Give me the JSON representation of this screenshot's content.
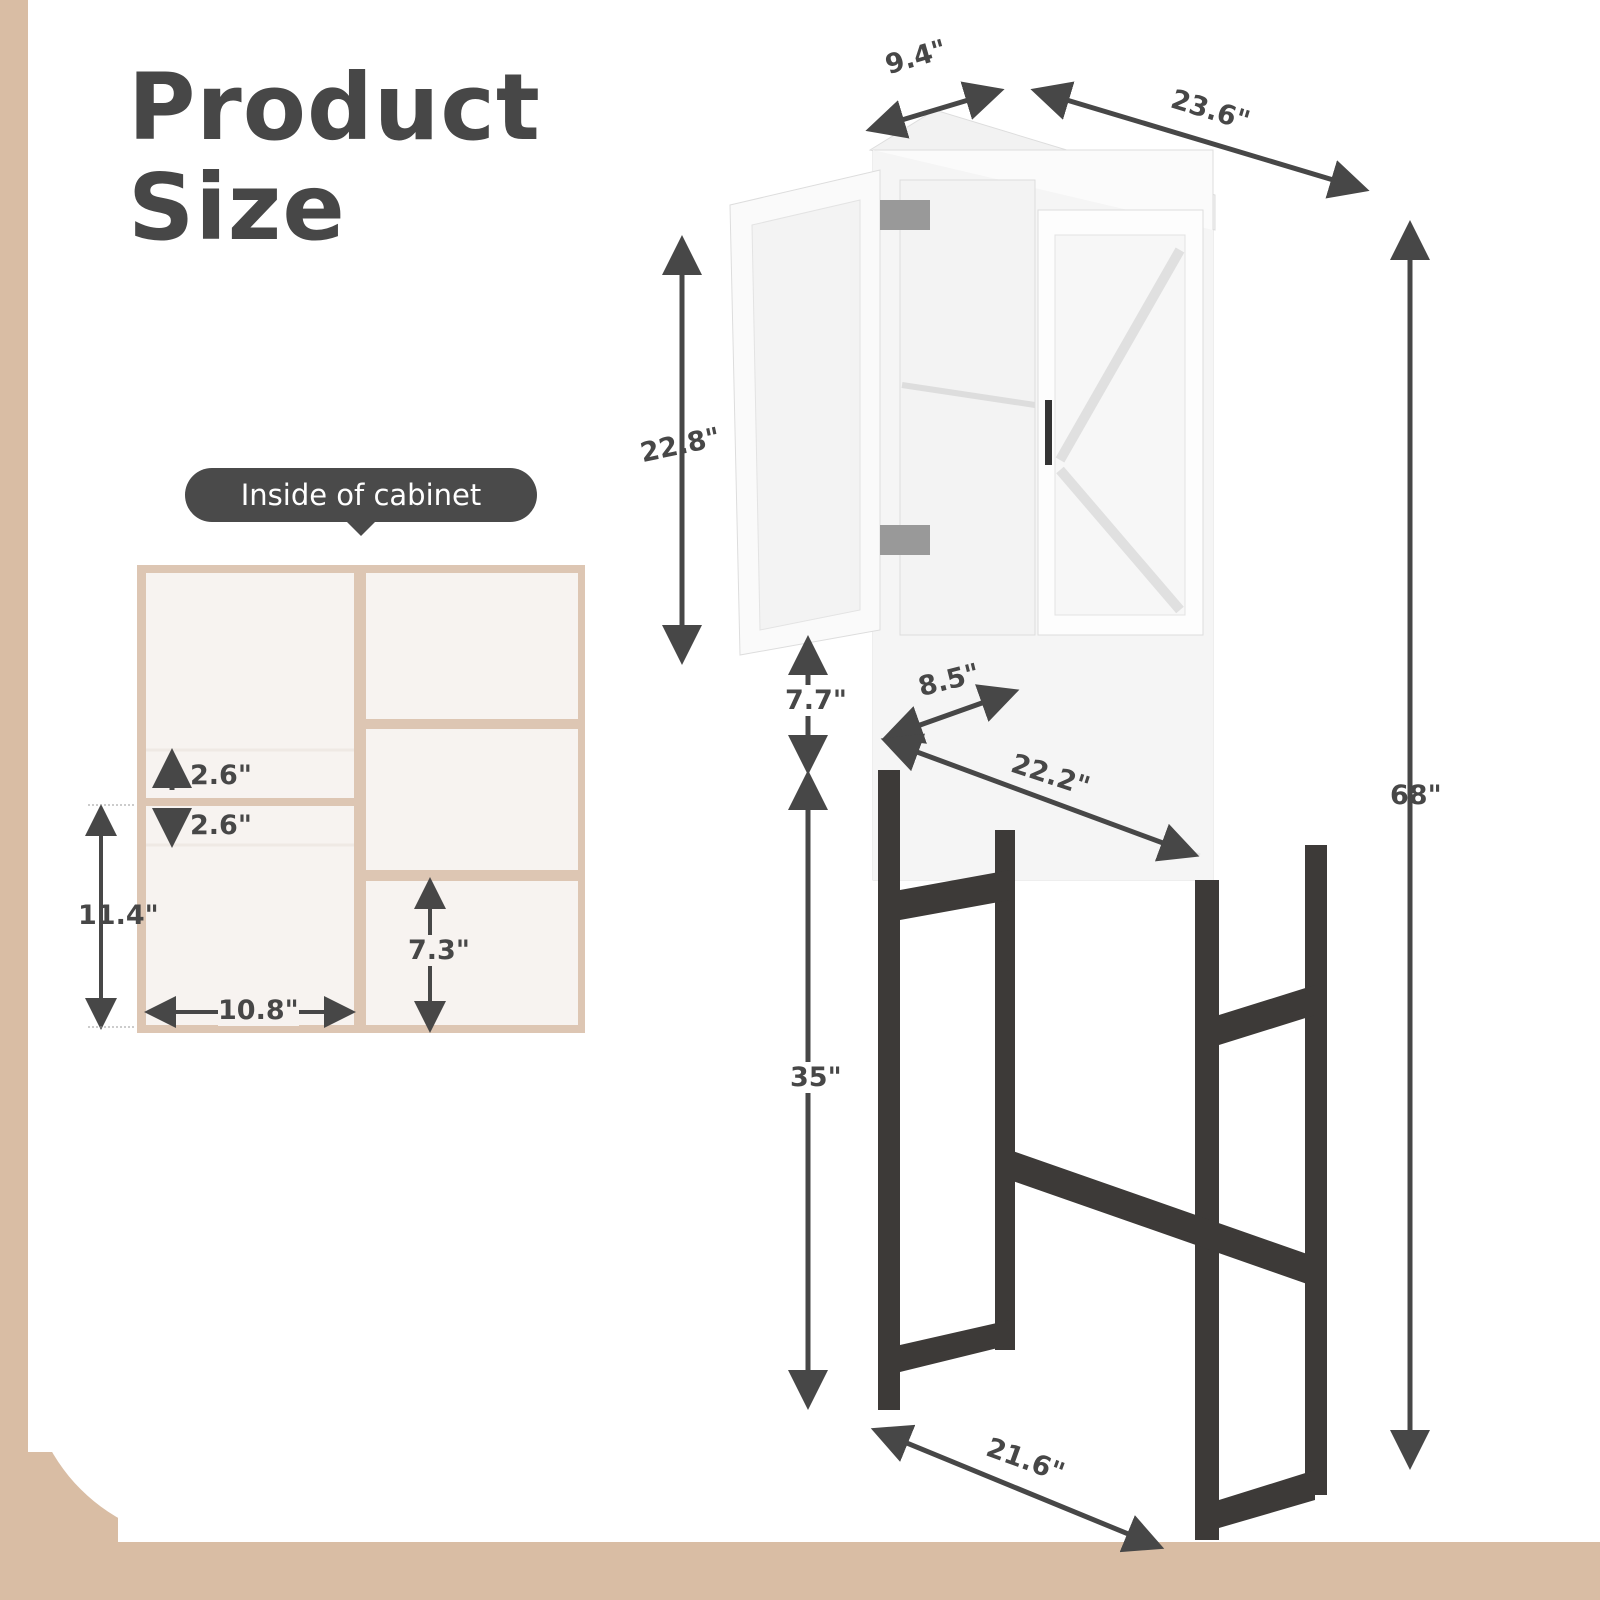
{
  "title": {
    "line1": "Product",
    "line2": "Size"
  },
  "inside_label": "Inside of cabinet",
  "inside_dims": {
    "shelf_up": "2.6\"",
    "shelf_down": "2.6\"",
    "left_height": "11.4\"",
    "left_width": "10.8\"",
    "right_height": "7.3\""
  },
  "cabinet_dims": {
    "depth": "9.4\"",
    "width": "23.6\"",
    "cabinet_height": "22.8\"",
    "total_height": "68\"",
    "open_shelf_height": "7.7\"",
    "open_shelf_depth": "8.5\"",
    "open_shelf_width": "22.2\"",
    "leg_height": "35\"",
    "base_width": "21.6\""
  },
  "colors": {
    "band": "#d9bda4",
    "text": "#474747",
    "frame": "#3d3a38",
    "panel": "#f7f3f0"
  }
}
